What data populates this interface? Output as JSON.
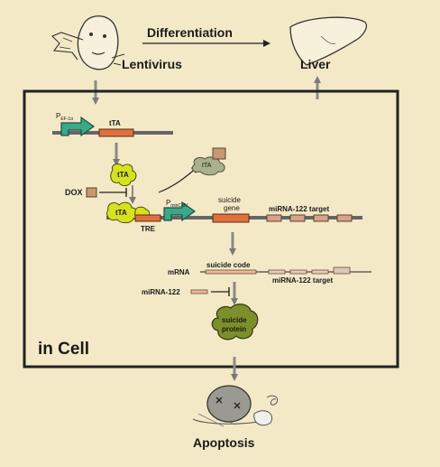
{
  "top": {
    "differentiation": "Differentiation",
    "lentivirus": "Lentivirus",
    "liver": "Liver"
  },
  "cell": {
    "label": "in Cell",
    "promoter_ef1_main": "P",
    "promoter_ef1_sub": "EF-1α",
    "tta_gene": "tTA",
    "tta_protein": "tTA",
    "tta_inactive": "tTA",
    "dox": "DOX",
    "tta_bound": "tTA",
    "tre": "TRE",
    "promoter_cmv_main": "P",
    "promoter_cmv_sub": "minCMV",
    "suicide_gene_line1": "suicide",
    "suicide_gene_line2": "gene",
    "mirna_target_dna": "miRNA-122 target",
    "mrna": "mRNA",
    "suicide_code": "suicide code",
    "mirna_target_rna": "miRNA-122 target",
    "mirna": "miRNA-122",
    "suicide_protein_line1": "suicide",
    "suicide_protein_line2": "protein"
  },
  "bottom": {
    "apoptosis": "Apoptosis"
  },
  "colors": {
    "background": "#f3e9c6",
    "promoter": "#3aa88a",
    "gene": "#e0713e",
    "tta": "#d7e21f",
    "tta_inactive": "#a9b08a",
    "dox": "#c49a74",
    "protein": "#7d8f2a",
    "target": "#d6a48a"
  }
}
